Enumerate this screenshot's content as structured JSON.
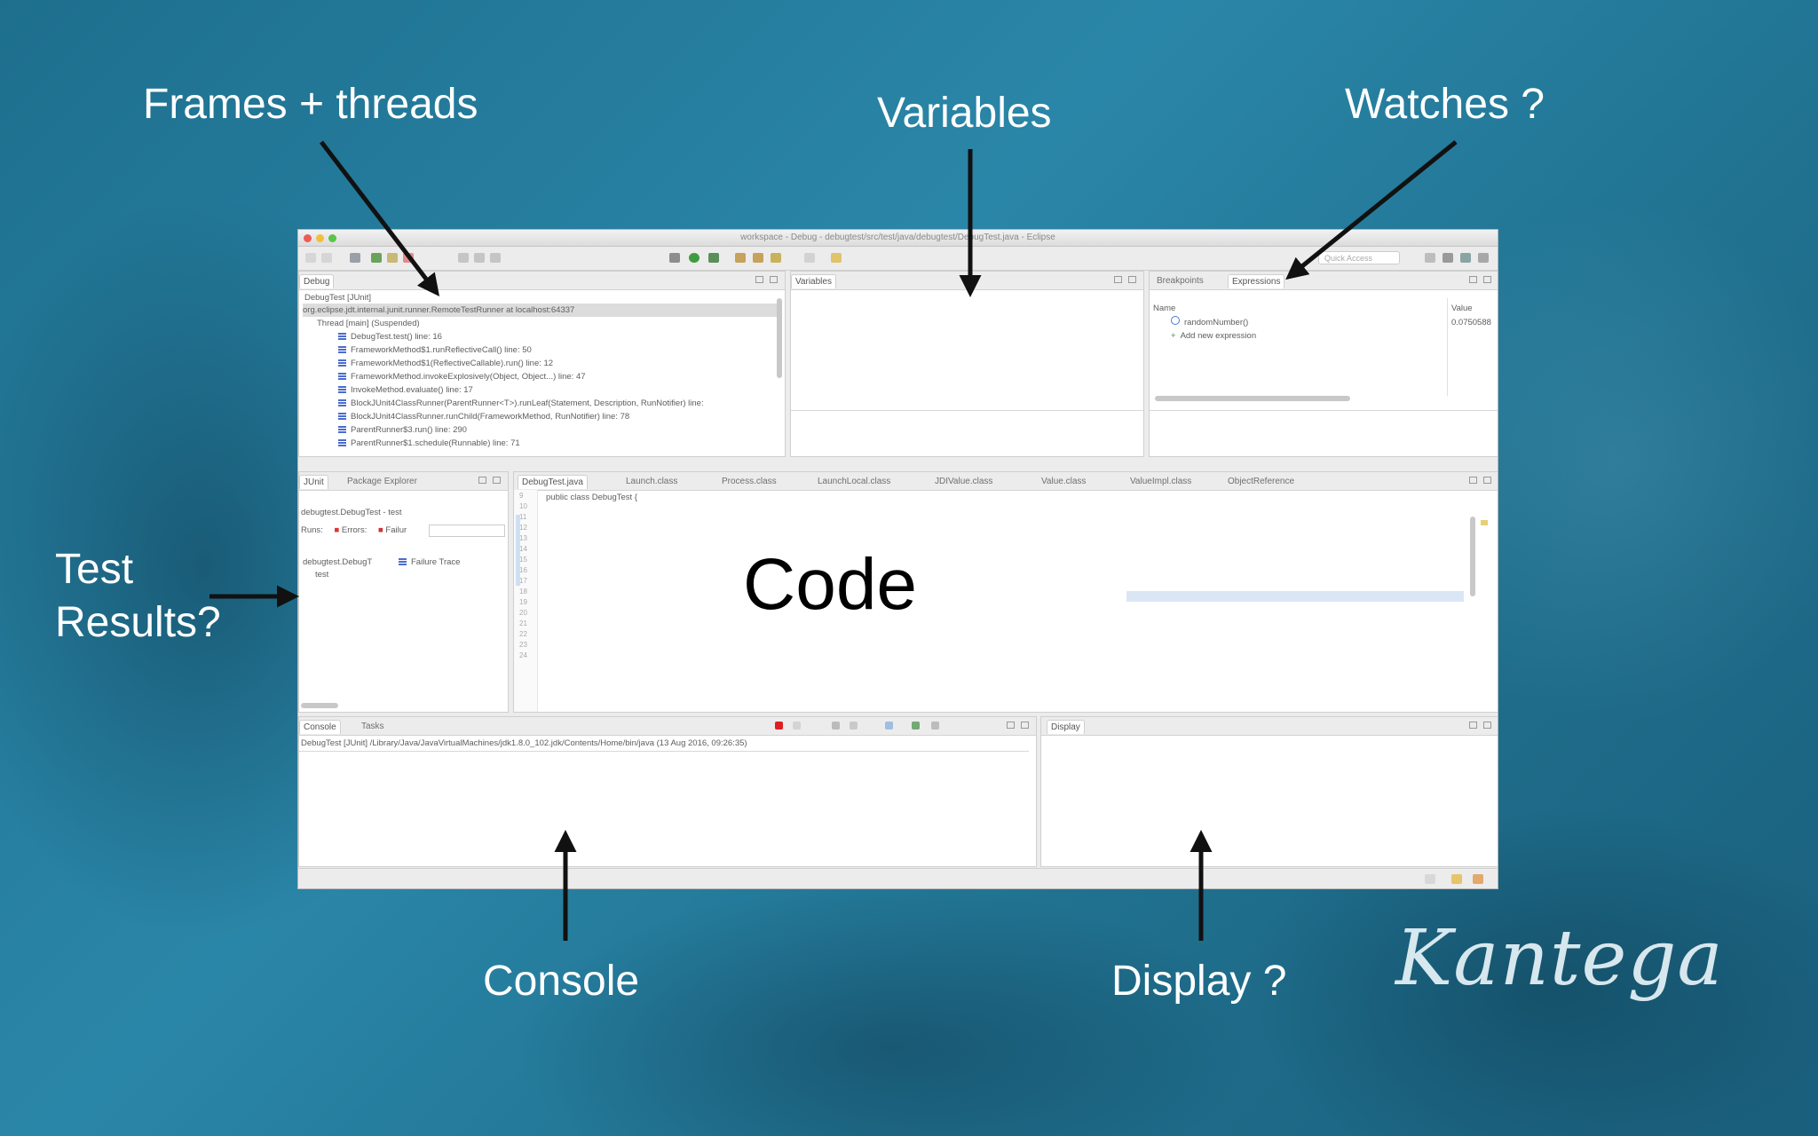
{
  "annotations": {
    "frames_threads": "Frames + threads",
    "variables": "Variables",
    "watches": "Watches ?",
    "test_results_line1": "Test",
    "test_results_line2": "Results?",
    "code": "Code",
    "console": "Console",
    "display": "Display ?"
  },
  "logo": "Kantega",
  "window": {
    "title": "workspace - Debug - debugtest/src/test/java/debugtest/DebugTest.java - Eclipse",
    "quick_access": "Quick Access"
  },
  "debug_view": {
    "tab": "Debug",
    "items": [
      "DebugTest [JUnit]",
      "org.eclipse.jdt.internal.junit.runner.RemoteTestRunner at localhost:64337",
      "Thread [main] (Suspended)",
      "DebugTest.test() line: 16",
      "FrameworkMethod$1.runReflectiveCall() line: 50",
      "FrameworkMethod$1(ReflectiveCallable).run() line: 12",
      "FrameworkMethod.invokeExplosively(Object, Object...) line: 47",
      "InvokeMethod.evaluate() line: 17",
      "BlockJUnit4ClassRunner(ParentRunner<T>).runLeaf(Statement, Description, RunNotifier) line:",
      "BlockJUnit4ClassRunner.runChild(FrameworkMethod, RunNotifier) line: 78",
      "ParentRunner$3.run() line: 290",
      "ParentRunner$1.schedule(Runnable) line: 71"
    ]
  },
  "variables_view": {
    "tab": "Variables"
  },
  "expressions_view": {
    "tabs": [
      "Breakpoints",
      "Expressions"
    ],
    "col_name": "Name",
    "col_value": "Value",
    "rows": [
      {
        "name": "randomNumber()",
        "value": "0.0750588"
      },
      {
        "name": "Add new expression",
        "value": ""
      }
    ]
  },
  "junit_view": {
    "tabs": [
      "JUnit",
      "Package Explorer"
    ],
    "runs_label": "Runs:",
    "errors_label": "Errors:",
    "failures_label": "Failur",
    "test_name": "debugtest.DebugTest - test",
    "tree_root": "debugtest.DebugT",
    "tree_child": "test",
    "failure_trace": "Failure Trace"
  },
  "editor": {
    "tabs": [
      "DebugTest.java",
      "Launch.class",
      "Process.class",
      "LaunchLocal.class",
      "JDIValue.class",
      "Value.class",
      "ValueImpl.class",
      "ObjectReference"
    ],
    "first_line": "public class DebugTest {",
    "line_numbers": [
      "9",
      "10",
      "11",
      "12",
      "13",
      "14",
      "15",
      "16",
      "17",
      "18",
      "19",
      "20",
      "21",
      "22",
      "23",
      "24"
    ]
  },
  "console_view": {
    "tabs": [
      "Console",
      "Tasks"
    ],
    "line": "DebugTest [JUnit] /Library/Java/JavaVirtualMachines/jdk1.8.0_102.jdk/Contents/Home/bin/java (13 Aug 2016, 09:26:35)"
  },
  "display_view": {
    "tab": "Display"
  },
  "colors": {
    "background": "#2a86a8",
    "annotation_text": "#ffffff",
    "arrow": "#111111",
    "frame_icon": "#4a6ccf",
    "terminate_red": "#e02020"
  }
}
